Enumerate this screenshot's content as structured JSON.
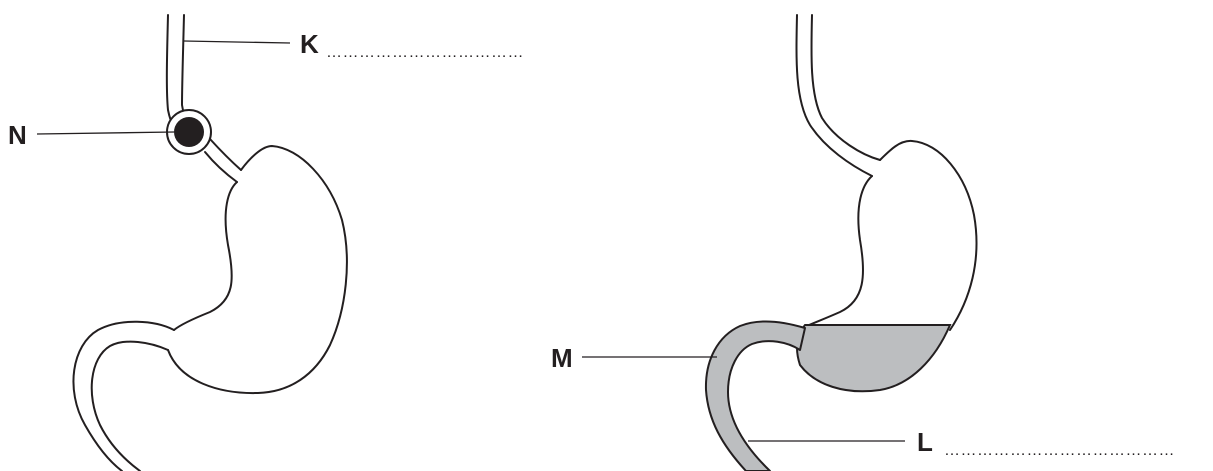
{
  "labels": {
    "K": "K",
    "N": "N",
    "M": "M",
    "L": "L"
  },
  "answer_lines": {
    "K": "………………………………",
    "L": "……………………………………"
  },
  "colors": {
    "ink": "#231f20",
    "shaded": "#bcbec0",
    "bolus": "#231f20"
  }
}
